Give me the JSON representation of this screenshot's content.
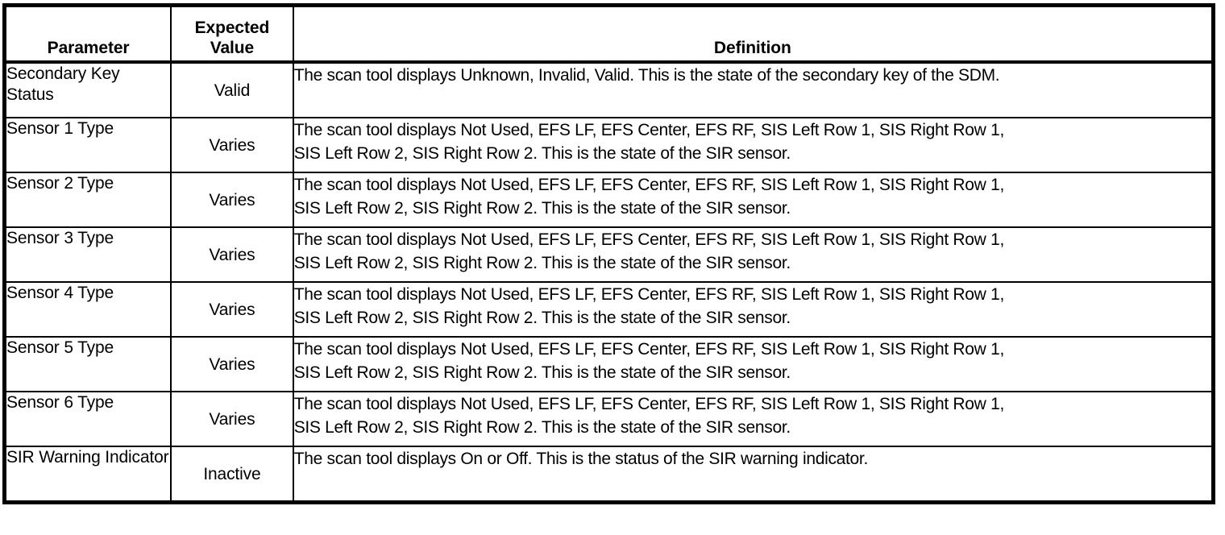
{
  "table": {
    "columns": [
      {
        "key": "parameter",
        "label": "Parameter",
        "label_line2": ""
      },
      {
        "key": "expected_value",
        "label": "Expected",
        "label_line2": "Value"
      },
      {
        "key": "definition",
        "label": "Definition",
        "label_line2": ""
      }
    ],
    "rows": [
      {
        "parameter_line1": "Secondary Key",
        "parameter_line2": "Status",
        "expected_value": "Valid",
        "definition_line1": "The scan tool displays Unknown, Invalid, Valid. This is the state of the secondary key of the SDM.",
        "definition_line2": ""
      },
      {
        "parameter_line1": "Sensor 1 Type",
        "parameter_line2": "",
        "expected_value": "Varies",
        "definition_line1": "The scan tool displays Not Used, EFS LF, EFS Center, EFS RF, SIS Left Row 1, SIS Right Row 1,",
        "definition_line2": "SIS Left Row 2, SIS Right Row 2. This is the state of the SIR sensor."
      },
      {
        "parameter_line1": "Sensor 2 Type",
        "parameter_line2": "",
        "expected_value": "Varies",
        "definition_line1": "The scan tool displays Not Used, EFS LF, EFS Center, EFS RF, SIS Left Row 1, SIS Right Row 1,",
        "definition_line2": "SIS Left Row 2, SIS Right Row 2. This is the state of the SIR sensor."
      },
      {
        "parameter_line1": "Sensor 3 Type",
        "parameter_line2": "",
        "expected_value": "Varies",
        "definition_line1": "The scan tool displays Not Used, EFS LF, EFS Center, EFS RF, SIS Left Row 1, SIS Right Row 1,",
        "definition_line2": "SIS Left Row 2, SIS Right Row 2. This is the state of the SIR sensor."
      },
      {
        "parameter_line1": "Sensor 4 Type",
        "parameter_line2": "",
        "expected_value": "Varies",
        "definition_line1": "The scan tool displays Not Used, EFS LF, EFS Center, EFS RF, SIS Left Row 1, SIS Right Row 1,",
        "definition_line2": "SIS Left Row 2, SIS Right Row 2. This is the state of the SIR sensor."
      },
      {
        "parameter_line1": "Sensor 5 Type",
        "parameter_line2": "",
        "expected_value": "Varies",
        "definition_line1": "The scan tool displays Not Used, EFS LF, EFS Center, EFS RF, SIS Left Row 1, SIS Right Row 1,",
        "definition_line2": "SIS Left Row 2, SIS Right Row 2. This is the state of the SIR sensor."
      },
      {
        "parameter_line1": "Sensor 6 Type",
        "parameter_line2": "",
        "expected_value": "Varies",
        "definition_line1": "The scan tool displays Not Used, EFS LF, EFS Center, EFS RF, SIS Left Row 1, SIS Right Row 1,",
        "definition_line2": "SIS Left Row 2, SIS Right Row 2. This is the state of the SIR sensor."
      },
      {
        "parameter_line1": "SIR Warning",
        "parameter_line2": "Indicator",
        "expected_value": "Inactive",
        "definition_line1": "The scan tool displays On or Off. This is the status of the SIR warning indicator.",
        "definition_line2": ""
      }
    ]
  }
}
